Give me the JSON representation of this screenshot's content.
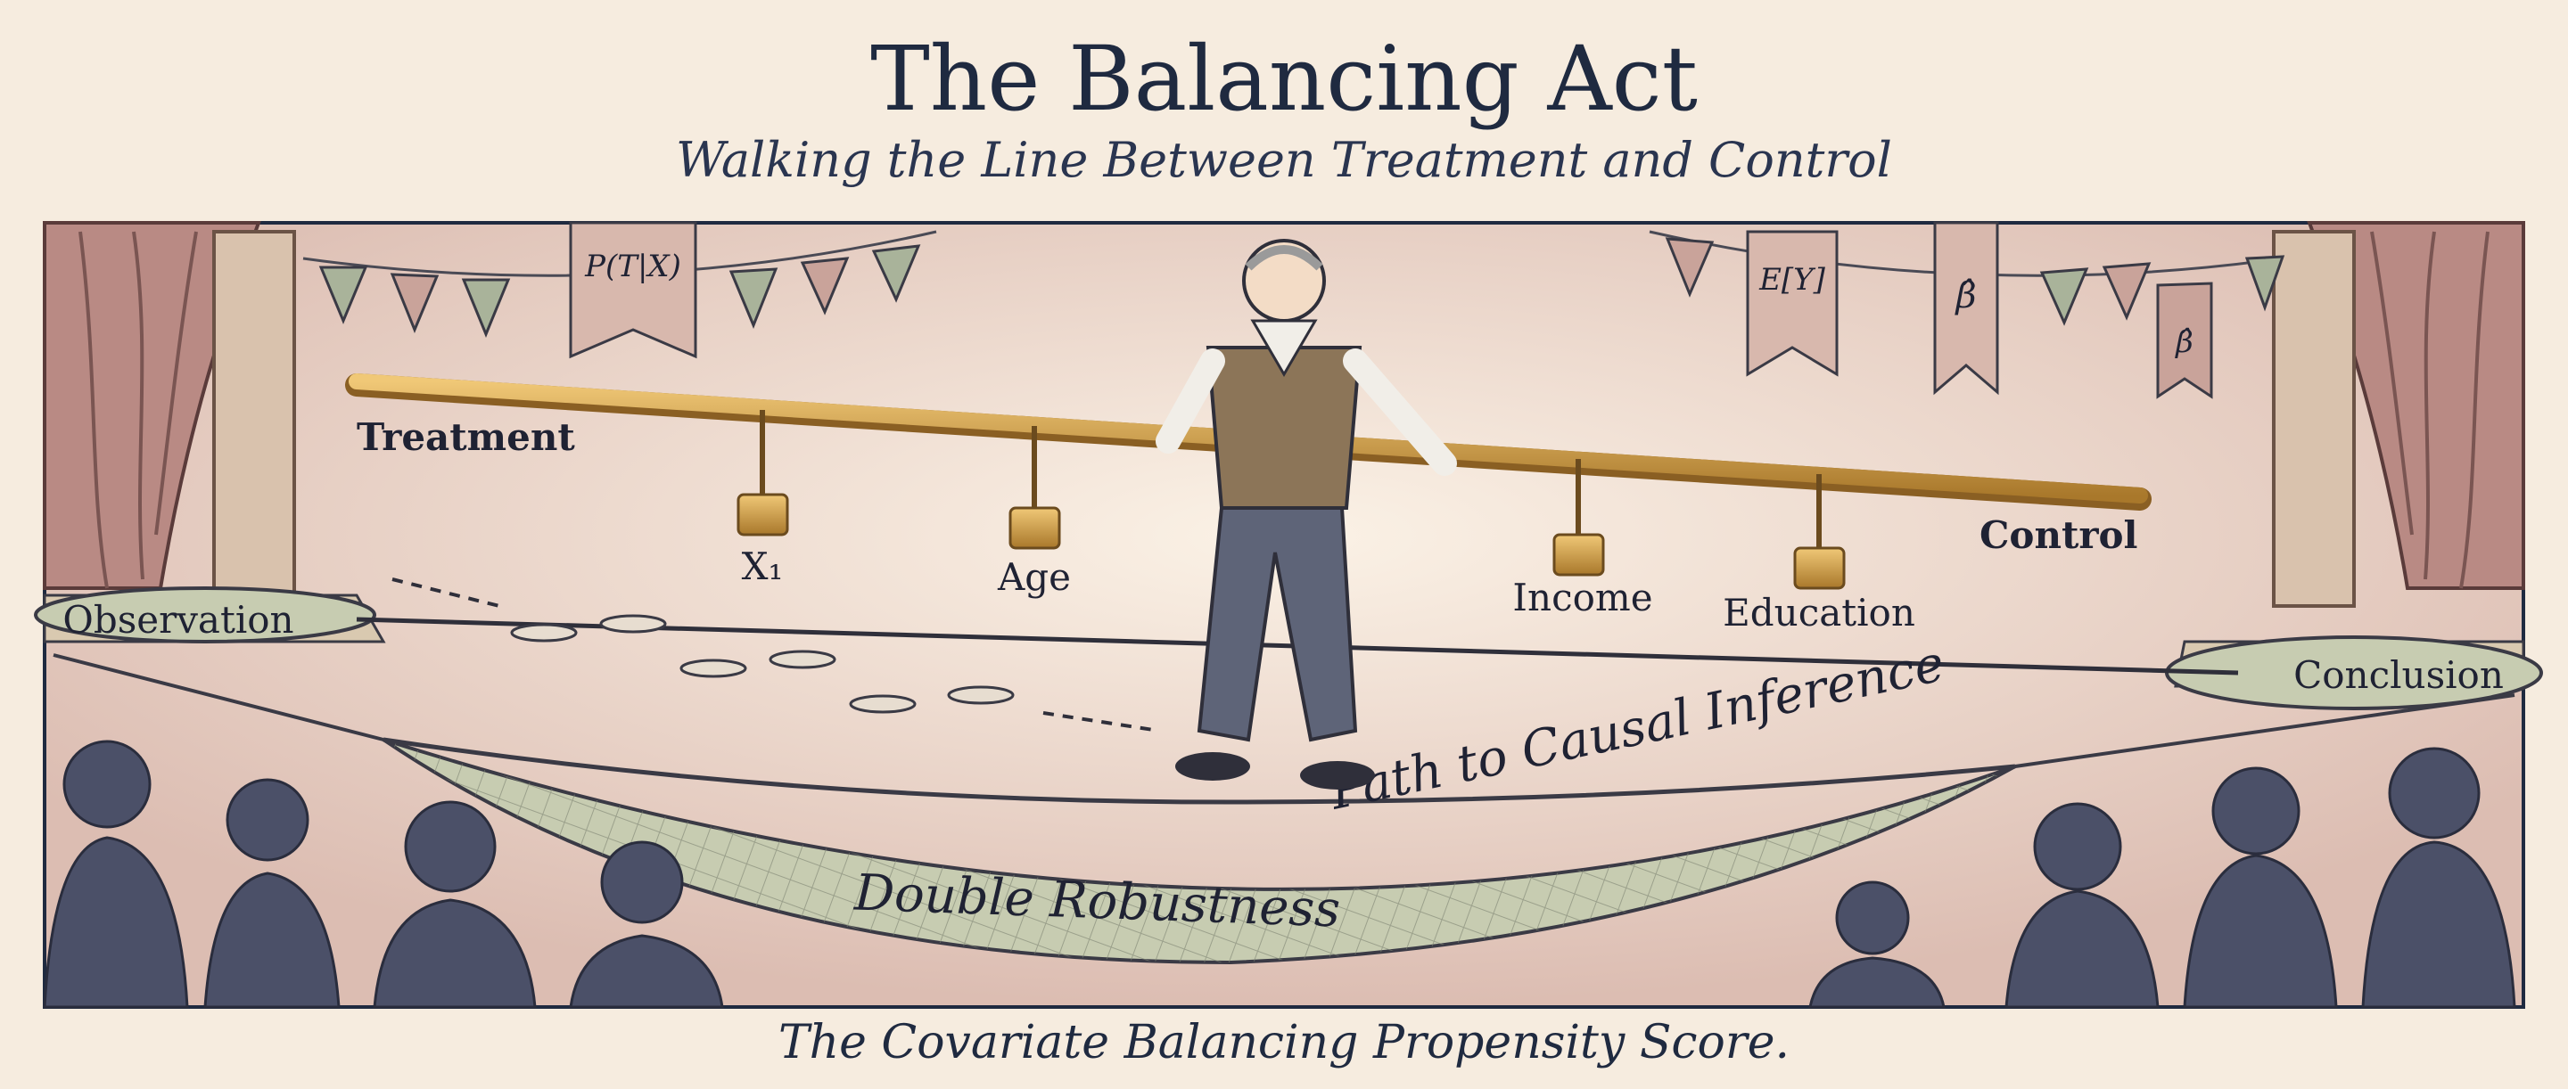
{
  "title": "The Balancing Act",
  "subtitle": "Walking the Line Between Treatment and Control",
  "caption": "The Covariate Balancing Propensity Score.",
  "pole": {
    "left_end": "Treatment",
    "right_end": "Control"
  },
  "weights": [
    "X₁",
    "Age",
    "Income",
    "Education"
  ],
  "platforms": {
    "start": "Observation",
    "end": "Conclusion"
  },
  "rope_label": "Path to Causal Inference",
  "net_label": "Double Robustness",
  "banners": {
    "left": [
      "P(T|X)"
    ],
    "right": [
      "E[Y]",
      "β̂",
      "β̂"
    ]
  },
  "colors": {
    "ink": "#1f2a40",
    "paper": "#f6ecdf",
    "curtain": "#b98a84",
    "brass": "#c9953f",
    "net": "#c7ccb1"
  }
}
